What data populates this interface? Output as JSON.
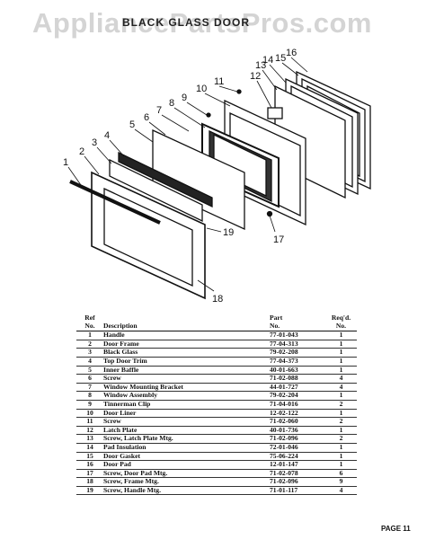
{
  "watermark": "AppliancePartsPros.com",
  "diagram_title": "BLACK GLASS DOOR",
  "callouts": [
    "1",
    "2",
    "3",
    "4",
    "5",
    "6",
    "7",
    "8",
    "9",
    "10",
    "11",
    "12",
    "13",
    "14",
    "15",
    "16",
    "17",
    "18",
    "19"
  ],
  "table": {
    "headers": {
      "ref": "Ref\nNo.",
      "description": "Description",
      "part": "Part\nNo.",
      "qty": "Req'd.\nNo."
    },
    "rows": [
      {
        "ref": "1",
        "description": "Handle",
        "part": "77-01-043",
        "qty": "1"
      },
      {
        "ref": "2",
        "description": "Door Frame",
        "part": "77-04-313",
        "qty": "1"
      },
      {
        "ref": "3",
        "description": "Black Glass",
        "part": "79-02-208",
        "qty": "1"
      },
      {
        "ref": "4",
        "description": "Top Door Trim",
        "part": "77-04-373",
        "qty": "1"
      },
      {
        "ref": "5",
        "description": "Inner Baffle",
        "part": "40-01-663",
        "qty": "1"
      },
      {
        "ref": "6",
        "description": "Screw",
        "part": "71-02-088",
        "qty": "4"
      },
      {
        "ref": "7",
        "description": "Window Mounting Bracket",
        "part": "44-01-727",
        "qty": "4"
      },
      {
        "ref": "8",
        "description": "Window Assembly",
        "part": "79-02-204",
        "qty": "1"
      },
      {
        "ref": "9",
        "description": "Tinnerman Clip",
        "part": "71-04-016",
        "qty": "2"
      },
      {
        "ref": "10",
        "description": "Door Liner",
        "part": "12-02-122",
        "qty": "1"
      },
      {
        "ref": "11",
        "description": "Screw",
        "part": "71-02-060",
        "qty": "2"
      },
      {
        "ref": "12",
        "description": "Latch Plate",
        "part": "40-01-736",
        "qty": "1"
      },
      {
        "ref": "13",
        "description": "Screw, Latch Plate Mtg.",
        "part": "71-02-096",
        "qty": "2"
      },
      {
        "ref": "14",
        "description": "Pad Insulation",
        "part": "72-01-046",
        "qty": "1"
      },
      {
        "ref": "15",
        "description": "Door Gasket",
        "part": "75-06-224",
        "qty": "1"
      },
      {
        "ref": "16",
        "description": "Door Pad",
        "part": "12-01-147",
        "qty": "1"
      },
      {
        "ref": "17",
        "description": "Screw, Door Pad Mtg.",
        "part": "71-02-078",
        "qty": "6"
      },
      {
        "ref": "18",
        "description": "Screw, Frame Mtg.",
        "part": "71-02-096",
        "qty": "9"
      },
      {
        "ref": "19",
        "description": "Screw, Handle Mtg.",
        "part": "71-01-117",
        "qty": "4"
      }
    ]
  },
  "page_number": "PAGE 11"
}
